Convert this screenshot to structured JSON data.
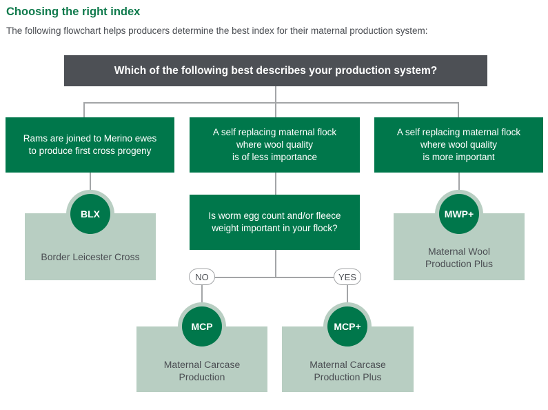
{
  "heading": {
    "title": "Choosing the right index",
    "subtitle": "The following flowchart helps producers determine the best index for their maternal production system:"
  },
  "flowchart": {
    "question": "Which of the following best describes your production system?",
    "options": [
      {
        "text": "Rams are joined to Merino ewes\nto produce first cross progeny"
      },
      {
        "text": "A self replacing maternal flock\nwhere wool quality\nis of less importance"
      },
      {
        "text": "A self replacing maternal flock\nwhere wool quality\nis more important"
      }
    ],
    "sub_question": "Is worm egg count and/or fleece\nweight important in your flock?",
    "answers": {
      "no": "NO",
      "yes": "YES"
    },
    "results": {
      "blx": {
        "code": "BLX",
        "name": "Border Leicester Cross"
      },
      "mwp": {
        "code": "MWP+",
        "name": "Maternal Wool\nProduction Plus"
      },
      "mcp": {
        "code": "MCP",
        "name": "Maternal Carcase\nProduction"
      },
      "mcp_plus": {
        "code": "MCP+",
        "name": "Maternal Carcase\nProduction Plus"
      }
    },
    "colors": {
      "title_green": "#0f7a4c",
      "box_green": "#00774b",
      "header_gray": "#4d5055",
      "result_sage": "#b8cec2",
      "connector_gray": "#a3a5a7"
    }
  }
}
